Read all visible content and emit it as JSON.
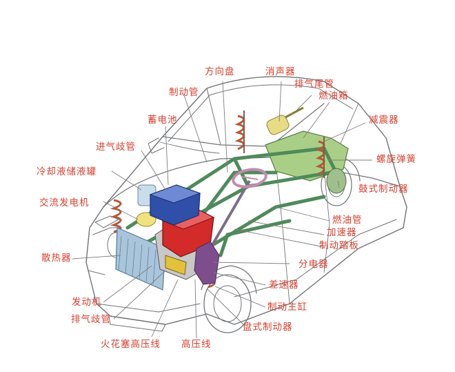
{
  "diagram": {
    "label_color": "#d6402f",
    "colors": {
      "outline": "#6f7276",
      "frame": "#4f8a5a",
      "battery": "#2f4fa8",
      "engine": "#d32a2a",
      "spring": "#b5583a",
      "fuel_tank": "#a9cf86",
      "distributor": "#7e4d8c",
      "muffler": "#e7dc84",
      "radiator": "#a9c5db",
      "coolant_tank": "#c9dcea",
      "alternator": "#f1e17f"
    },
    "labels": [
      {
        "id": "steering-wheel",
        "text": "方向盘"
      },
      {
        "id": "muffler",
        "text": "消声器"
      },
      {
        "id": "tailpipe",
        "text": "排气尾管"
      },
      {
        "id": "fuel-tank",
        "text": "燃油箱"
      },
      {
        "id": "brake-pipe",
        "text": "制动管"
      },
      {
        "id": "battery",
        "text": "蓄电池"
      },
      {
        "id": "shock-absorber",
        "text": "减震器"
      },
      {
        "id": "intake-manifold",
        "text": "进气歧管"
      },
      {
        "id": "coil-spring",
        "text": "螺旋弹簧"
      },
      {
        "id": "coolant-tank",
        "text": "冷却液储液罐"
      },
      {
        "id": "drum-brake",
        "text": "鼓式制动器"
      },
      {
        "id": "alternator",
        "text": "交流发电机"
      },
      {
        "id": "fuel-pipe",
        "text": "燃油管"
      },
      {
        "id": "accelerator",
        "text": "加速器"
      },
      {
        "id": "brake-pedal",
        "text": "制动踏板"
      },
      {
        "id": "radiator",
        "text": "散热器"
      },
      {
        "id": "distributor",
        "text": "分电器"
      },
      {
        "id": "differential",
        "text": "差速器"
      },
      {
        "id": "engine",
        "text": "发动机"
      },
      {
        "id": "master-cylinder",
        "text": "制动主缸"
      },
      {
        "id": "exhaust-manifold",
        "text": "排气歧管"
      },
      {
        "id": "disc-brake",
        "text": "盘式制动器"
      },
      {
        "id": "spark-plug-wire",
        "text": "火花塞高压线"
      },
      {
        "id": "ht-wire",
        "text": "高压线"
      }
    ]
  }
}
